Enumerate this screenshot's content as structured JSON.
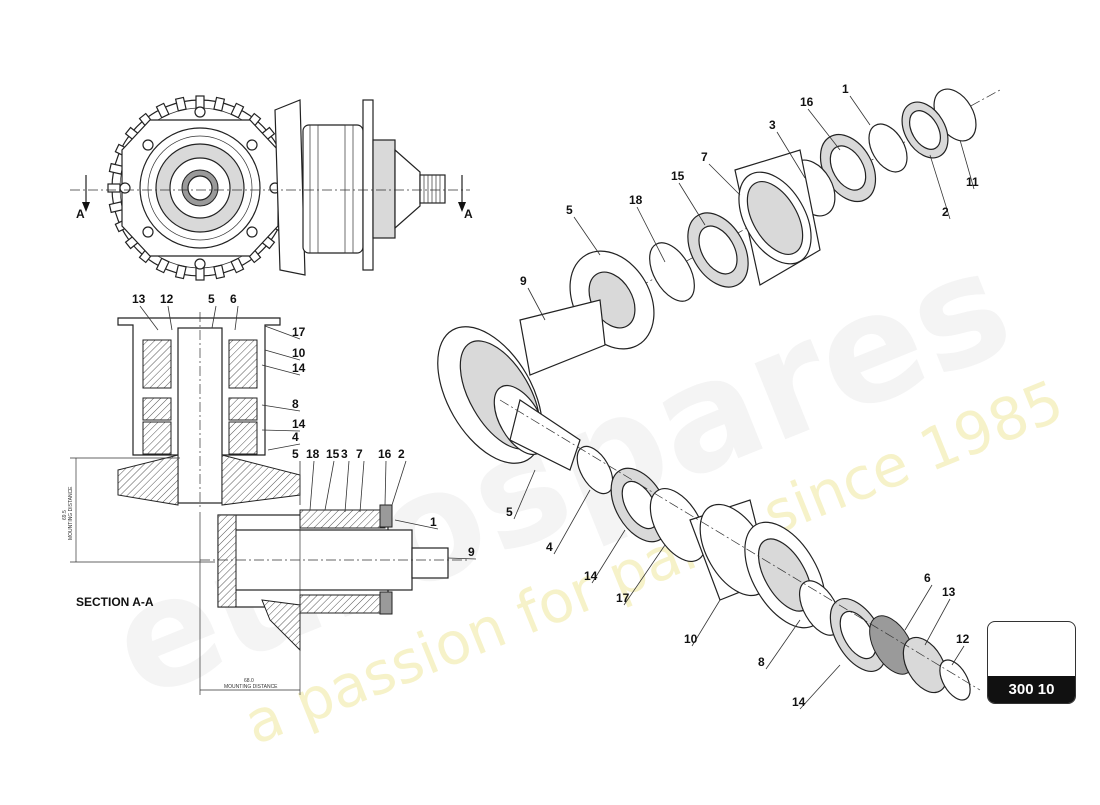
{
  "diagram": {
    "section_label": "SECTION A-A",
    "section_marker": "A",
    "mounting_distance_vertical": "69.5",
    "mounting_distance_vertical_caption": "MOUNTING DISTANCE",
    "mounting_distance_horizontal": "68.0",
    "mounting_distance_horizontal_caption": "MOUNTING DISTANCE",
    "watermark_logo": "eurospares",
    "watermark_slogan": "a passion for parts since 1985",
    "page_code": "300 10",
    "callouts_exploded": [
      "1",
      "16",
      "3",
      "7",
      "15",
      "18",
      "5",
      "9",
      "11",
      "2",
      "5",
      "4",
      "14",
      "17",
      "10",
      "8",
      "14",
      "6",
      "13",
      "12"
    ],
    "callouts_section_top": [
      "13",
      "12",
      "5",
      "6",
      "17",
      "10",
      "14",
      "8",
      "14",
      "4"
    ],
    "callouts_section_bottom": [
      "5",
      "18",
      "15",
      "3",
      "7",
      "16",
      "2",
      "1",
      "9"
    ]
  }
}
